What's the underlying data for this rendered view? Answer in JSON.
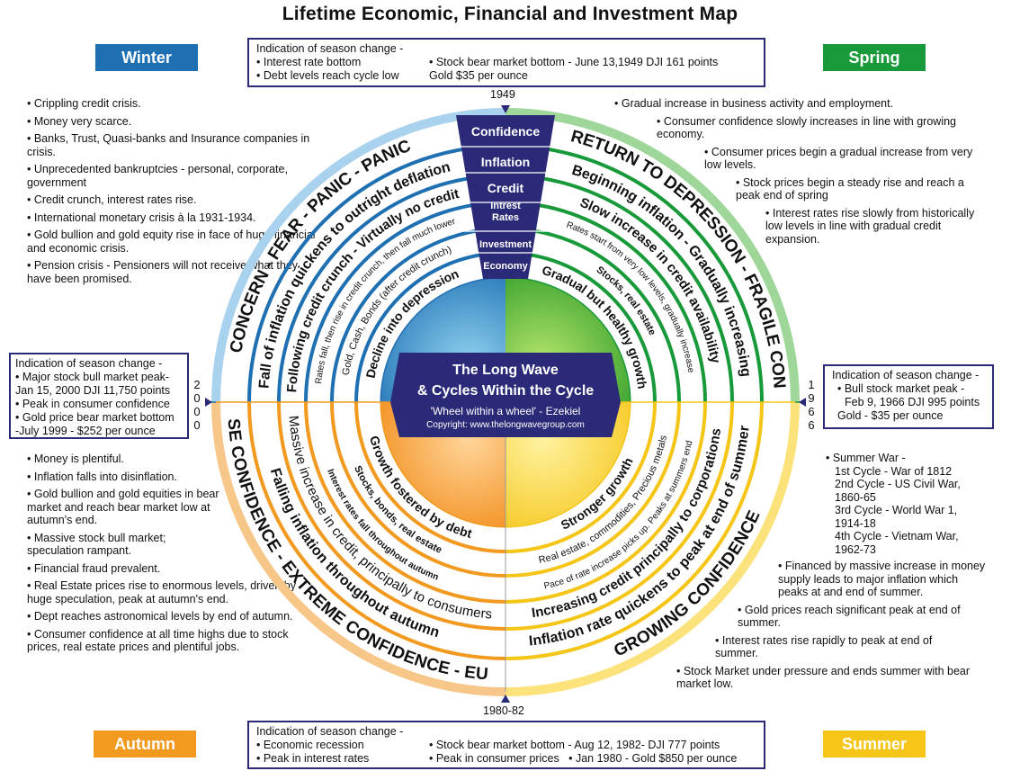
{
  "title": "Lifetime Economic, Financial and Investment Map",
  "seasons": {
    "winter": {
      "label": "Winter",
      "color": "#1f6fb3"
    },
    "spring": {
      "label": "Spring",
      "color": "#199a3a"
    },
    "autumn": {
      "label": "Autumn",
      "color": "#f29a1f"
    },
    "summer": {
      "label": "Summer",
      "color": "#f5c518"
    }
  },
  "top_box": {
    "heading": "Indication of season change -",
    "left": [
      "• Interest rate bottom",
      "• Debt levels reach cycle low"
    ],
    "right": [
      "• Stock bear market bottom - June 13,1949 DJI 161 points",
      "Gold $35 per ounce"
    ]
  },
  "bottom_box": {
    "heading": "Indication of season change -",
    "left": [
      "• Economic recession",
      "• Peak in interest rates"
    ],
    "right": [
      "• Stock bear market bottom - Aug 12, 1982- DJI 777 points",
      "• Peak in consumer prices   • Jan 1980 - Gold $850 per ounce"
    ]
  },
  "left_box": {
    "heading": "Indication of season change -",
    "lines": [
      "• Major stock bull market peak-",
      "Jan 15, 2000 DJI 11,750 points",
      "• Peak in consumer confidence",
      "• Gold price bear market bottom",
      "-July 1999 - $252 per ounce"
    ]
  },
  "right_box": {
    "heading": "Indication of season change -",
    "lines": [
      "• Bull stock market peak -",
      "Feb 9, 1966 DJI 995 points",
      "Gold - $35 per ounce"
    ]
  },
  "years": {
    "top": "1949",
    "bottom": "1980-82",
    "left": "2000",
    "right": "1966"
  },
  "winter_notes": [
    "• Crippling credit crisis.",
    "• Money very scarce.",
    "• Banks, Trust, Quasi-banks and Insurance companies in crisis.",
    "• Unprecedented bankruptcies - personal, corporate, government",
    "• Credit crunch, interest rates rise.",
    "• International monetary crisis à la 1931-1934.",
    "• Gold bullion and gold equity rise in face of huge financial and economic crisis.",
    "•  Pension crisis - Pensioners will not receive what they have been promised."
  ],
  "spring_notes": [
    "• Gradual increase in business activity and employment.",
    "• Consumer confidence slowly increases in line with growing economy.",
    "• Consumer prices begin a gradual increase from very low levels.",
    "• Stock prices begin a steady rise and reach a peak end of spring",
    "• Interest rates rise slowly from historically low levels in line with gradual credit expansion."
  ],
  "autumn_notes": [
    "• Money is plentiful.",
    "• Inflation falls into disinflation.",
    "• Gold bullion and gold equities in bear market and reach bear market low at autumn's end.",
    "• Massive stock bull market; speculation rampant.",
    "• Financial fraud prevalent.",
    "• Real Estate prices rise to enormous levels, driven by huge speculation, peak at autumn's end.",
    "• Dept reaches astronomical levels by end of autumn.",
    "• Consumer confidence at all time highs due to stock prices, real estate prices and plentiful jobs."
  ],
  "summer_war": {
    "heading": "• Summer War -",
    "cycles": [
      "1st Cycle - War of 1812",
      "2nd Cycle - US Civil War, 1860-65",
      "3rd Cycle - World War 1, 1914-18",
      "4th Cycle - Vietnam War, 1962-73"
    ]
  },
  "summer_notes": [
    "• Financed by massive increase in money supply leads to major inflation which peaks at and end of summer.",
    "• Gold prices reach significant peak at end of summer.",
    "• Interest rates rise rapidly to peak at end of summer.",
    "• Stock Market under pressure and ends summer with bear market low."
  ],
  "column_labels": [
    "Confidence",
    "Inflation",
    "Credit",
    "Intrest Rates",
    "Investment",
    "Economy"
  ],
  "center": {
    "title1": "The Long Wave",
    "title2": "& Cycles Within the Cycle",
    "quote": "'Wheel within a wheel' - Ezekiel",
    "copyright": "Copyright: www.thelongwavegroup.com"
  },
  "ring_text": {
    "winter": [
      "CONCERN - FEAR - PANIC - PANIC",
      "Fall of inflation quickens to outright deflation",
      "Following credit crunch - Virtually no credit",
      "Rates fall, then rise in credit crunch, then fall much lower",
      "Gold, Cash, Bonds (after credit crunch)",
      "Decline into depression"
    ],
    "spring": [
      "FEAR OF RETURN TO DEPRESSION - FRAGILE CONFIDENCE",
      "Beginning inflation - Gradually increasing",
      "Slow increase in credit availability",
      "Rates start from very low levels, gradually increase",
      "Stocks, real estate",
      "Gradual but healthy growth"
    ],
    "autumn": [
      "INCREASE CONFIDENCE - EXTREME CONFIDENCE - EUPHORIA",
      "Falling inflation throughout autumn",
      "Massive increase in credit, principally to consumers",
      "Interest rates fall throughout autumn",
      "Stocks, bonds, real estate",
      "Growth fostered by debt"
    ],
    "summer": [
      "GROWING CONFIDENCE",
      "Inflation rate quickens to peak at end of summer",
      "Increasing credit principally to corporations",
      "Pace of rate increase picks up. Peaks at summers end",
      "Real estate, commodities, Precious metals",
      "Stronger growth"
    ]
  }
}
